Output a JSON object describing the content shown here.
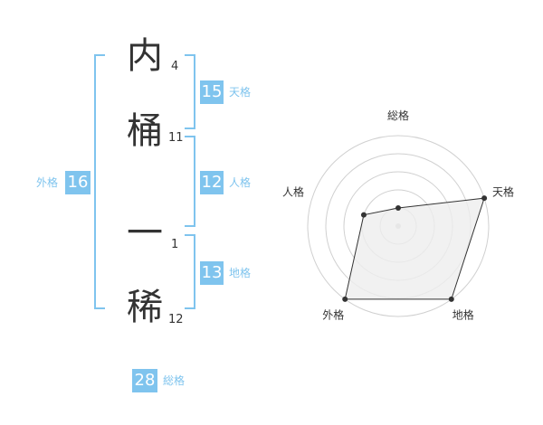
{
  "name": {
    "chars": [
      {
        "char": "内",
        "strokes": "4"
      },
      {
        "char": "桶",
        "strokes": "11"
      },
      {
        "char": "一",
        "strokes": "1"
      },
      {
        "char": "稀",
        "strokes": "12"
      }
    ]
  },
  "fortune": {
    "tenkaku": {
      "value": "15",
      "label": "天格"
    },
    "jinkaku": {
      "value": "12",
      "label": "人格"
    },
    "chikaku": {
      "value": "13",
      "label": "地格"
    },
    "gaikaku": {
      "value": "16",
      "label": "外格"
    },
    "soukaku": {
      "value": "28",
      "label": "総格"
    }
  },
  "radar": {
    "axes": [
      "総格",
      "天格",
      "地格",
      "外格",
      "人格"
    ],
    "levels": 5,
    "values": [
      1,
      5,
      5,
      5,
      2
    ],
    "max": 5
  },
  "colors": {
    "accent": "#7fc4ee",
    "text": "#333333",
    "grid": "#d0d0d0",
    "fill": "#eeeeee"
  }
}
